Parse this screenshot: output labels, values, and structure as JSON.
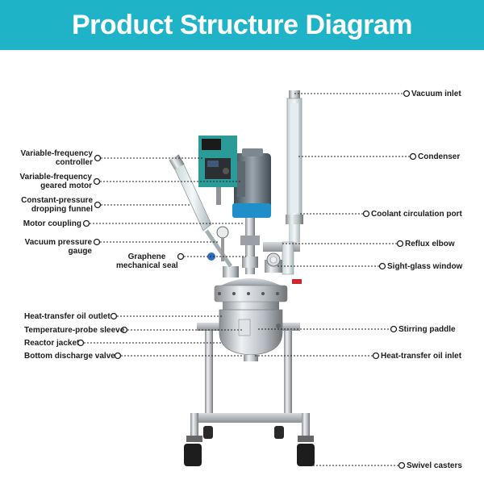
{
  "title": "Product Structure Diagram",
  "colors": {
    "banner": "#1fb3c7",
    "title_text": "#ffffff",
    "label_text": "#1c1c1c",
    "leader": "#222222"
  },
  "labels": {
    "vacuum_inlet": "Vacuum inlet",
    "condenser": "Condenser",
    "coolant_port": "Coolant circulation port",
    "reflux_elbow": "Reflux elbow",
    "sight_glass": "Sight-glass window",
    "stirring_paddle": "Stirring paddle",
    "oil_inlet": "Heat-transfer oil inlet",
    "swivel_casters": "Swivel casters",
    "vf_controller": "Variable-frequency\ncontroller",
    "vf_motor": "Variable-frequency\ngeared motor",
    "funnel": "Constant-pressure\ndropping funnel",
    "motor_coupling": "Motor coupling",
    "vacuum_gauge": "Vacuum pressure\ngauge",
    "graphene_seal": "Graphene\nmechanical seal",
    "oil_outlet": "Heat-transfer oil outlet",
    "probe_sleeve": "Temperature-probe sleeve",
    "reactor_jacket": "Reactor jacket",
    "discharge_valve": "Bottom discharge valve"
  }
}
